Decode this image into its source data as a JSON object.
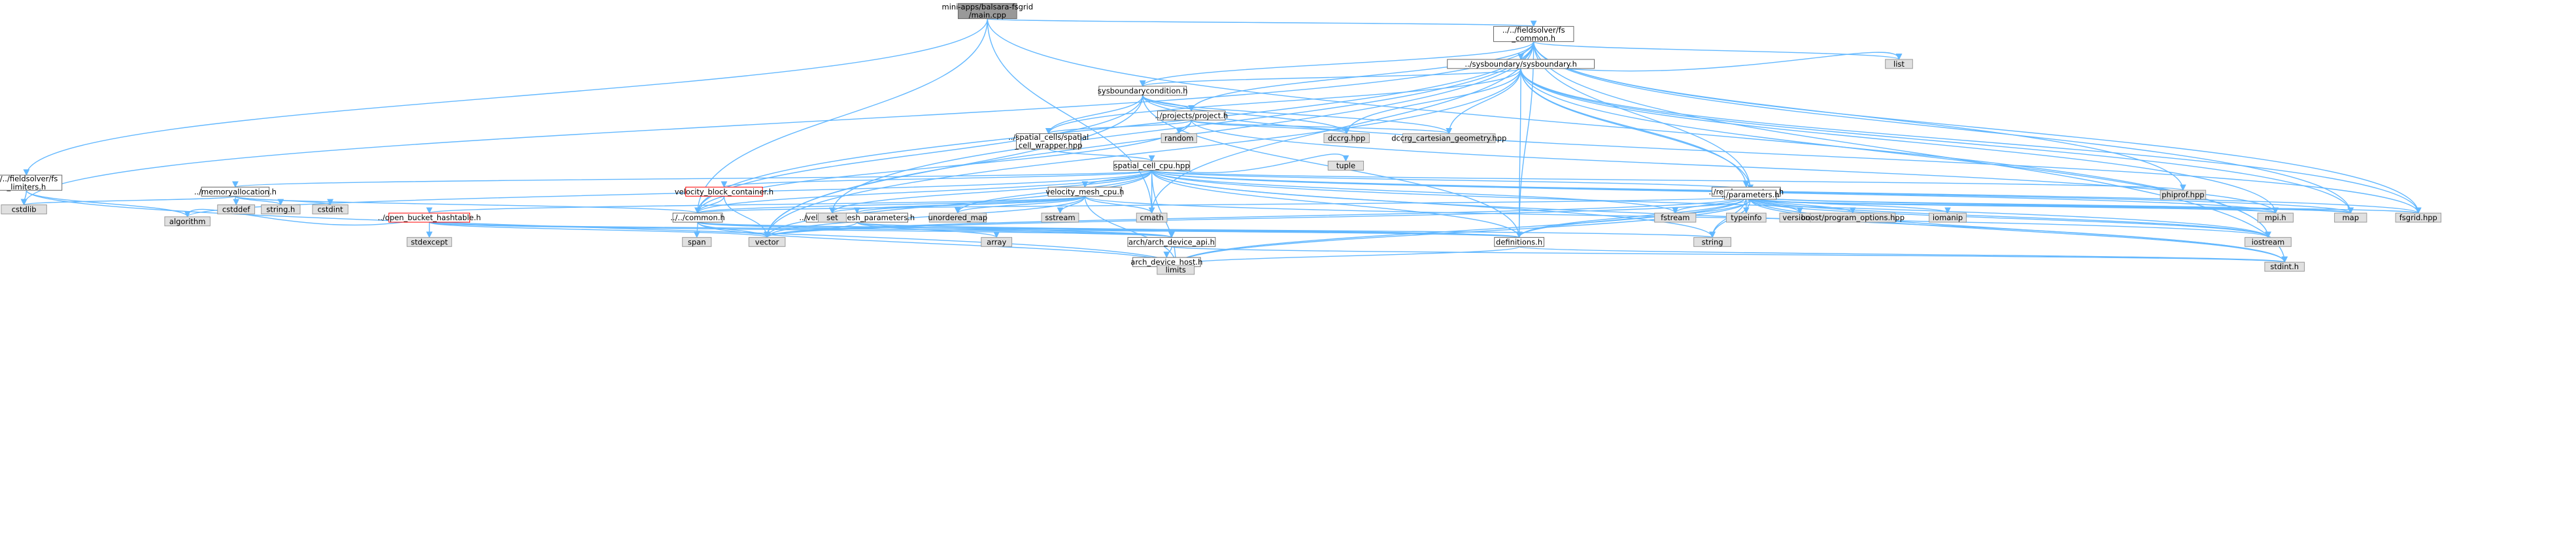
{
  "graph": {
    "root": [
      "mini-apps/balsara-fsgrid",
      "/main.cpp"
    ],
    "nodes": [
      {
        "id": "main",
        "label": [
          "mini-apps/balsara-fsgrid",
          "/main.cpp"
        ],
        "style": "root"
      },
      {
        "id": "fs_common",
        "label": [
          "../../fieldsolver/fs",
          "_common.h"
        ],
        "style": "header"
      },
      {
        "id": "fs_limiters",
        "label": [
          "../../fieldsolver/fs",
          "_limiters.h"
        ],
        "style": "header"
      },
      {
        "id": "sysboundary",
        "label": [
          "../sysboundary/sysboundary.h"
        ],
        "style": "header"
      },
      {
        "id": "sysbcond",
        "label": [
          "sysboundarycondition.h"
        ],
        "style": "header"
      },
      {
        "id": "project",
        "label": [
          "../projects/project.h"
        ],
        "style": "header"
      },
      {
        "id": "spatial_wrapper",
        "label": [
          "../spatial_cells/spatial",
          "_cell_wrapper.hpp"
        ],
        "style": "header"
      },
      {
        "id": "spatial_cpu",
        "label": [
          "spatial_cell_cpu.hpp"
        ],
        "style": "header"
      },
      {
        "id": "memalloc",
        "label": [
          "../memoryallocation.h"
        ],
        "style": "header"
      },
      {
        "id": "vbc",
        "label": [
          "velocity_block_container.h"
        ],
        "style": "truncated"
      },
      {
        "id": "vmesh_cpu",
        "label": [
          "velocity_mesh_cpu.h"
        ],
        "style": "header"
      },
      {
        "id": "open_bucket",
        "label": [
          "../open_bucket_hashtable.h"
        ],
        "style": "truncated"
      },
      {
        "id": "common",
        "label": [
          "../../common.h"
        ],
        "style": "header"
      },
      {
        "id": "vmesh_params",
        "label": [
          "../velocity_mesh_parameters.h"
        ],
        "style": "header"
      },
      {
        "id": "arch_api",
        "label": [
          "arch/arch_device_api.h"
        ],
        "style": "header"
      },
      {
        "id": "arch_host",
        "label": [
          "arch_device_host.h"
        ],
        "style": "header"
      },
      {
        "id": "definitions",
        "label": [
          "definitions.h"
        ],
        "style": "header"
      },
      {
        "id": "readparams",
        "label": [
          "../readparameters.h"
        ],
        "style": "header"
      },
      {
        "id": "parameters",
        "label": [
          "../parameters.h"
        ],
        "style": "header"
      },
      {
        "id": "cstdlib",
        "label": [
          "cstdlib"
        ],
        "style": "system"
      },
      {
        "id": "algorithm",
        "label": [
          "algorithm"
        ],
        "style": "system"
      },
      {
        "id": "limits",
        "label": [
          "limits"
        ],
        "style": "system"
      },
      {
        "id": "cstddef",
        "label": [
          "cstddef"
        ],
        "style": "system"
      },
      {
        "id": "stringh",
        "label": [
          "string.h"
        ],
        "style": "system"
      },
      {
        "id": "cstdint",
        "label": [
          "cstdint"
        ],
        "style": "system"
      },
      {
        "id": "stdexcept",
        "label": [
          "stdexcept"
        ],
        "style": "system"
      },
      {
        "id": "set",
        "label": [
          "set"
        ],
        "style": "system"
      },
      {
        "id": "unordered_map",
        "label": [
          "unordered_map"
        ],
        "style": "system"
      },
      {
        "id": "sstream",
        "label": [
          "sstream"
        ],
        "style": "system"
      },
      {
        "id": "cmath",
        "label": [
          "cmath"
        ],
        "style": "system"
      },
      {
        "id": "span",
        "label": [
          "span"
        ],
        "style": "system"
      },
      {
        "id": "vector",
        "label": [
          "vector"
        ],
        "style": "system"
      },
      {
        "id": "array",
        "label": [
          "array"
        ],
        "style": "system"
      },
      {
        "id": "random",
        "label": [
          "random"
        ],
        "style": "system"
      },
      {
        "id": "dccrg",
        "label": [
          "dccrg.hpp"
        ],
        "style": "system"
      },
      {
        "id": "dccrg_cart",
        "label": [
          "dccrg_cartesian_geometry.hpp"
        ],
        "style": "system"
      },
      {
        "id": "tuple",
        "label": [
          "tuple"
        ],
        "style": "system"
      },
      {
        "id": "fstream",
        "label": [
          "fstream"
        ],
        "style": "system"
      },
      {
        "id": "typeinfo",
        "label": [
          "typeinfo"
        ],
        "style": "system"
      },
      {
        "id": "versionh",
        "label": [
          "version.h"
        ],
        "style": "system"
      },
      {
        "id": "boost_po",
        "label": [
          "boost/program_options.hpp"
        ],
        "style": "system"
      },
      {
        "id": "iomanip",
        "label": [
          "iomanip"
        ],
        "style": "system"
      },
      {
        "id": "phiprof",
        "label": [
          "phiprof.hpp"
        ],
        "style": "system"
      },
      {
        "id": "list",
        "label": [
          "list"
        ],
        "style": "system"
      },
      {
        "id": "mpih",
        "label": [
          "mpi.h"
        ],
        "style": "system"
      },
      {
        "id": "map",
        "label": [
          "map"
        ],
        "style": "system"
      },
      {
        "id": "fsgrid",
        "label": [
          "fsgrid.hpp"
        ],
        "style": "system"
      },
      {
        "id": "string",
        "label": [
          "string"
        ],
        "style": "system"
      },
      {
        "id": "iostream",
        "label": [
          "iostream"
        ],
        "style": "system"
      },
      {
        "id": "stdinth",
        "label": [
          "stdint.h"
        ],
        "style": "system"
      }
    ],
    "edges": [
      [
        "main",
        "fs_common"
      ],
      [
        "main",
        "fs_limiters"
      ],
      [
        "main",
        "common"
      ],
      [
        "main",
        "cmath"
      ],
      [
        "main",
        "iostream"
      ],
      [
        "fs_common",
        "sysboundary"
      ],
      [
        "fs_common",
        "sysbcond"
      ],
      [
        "fs_common",
        "project"
      ],
      [
        "fs_common",
        "parameters"
      ],
      [
        "fs_common",
        "definitions"
      ],
      [
        "fs_common",
        "common"
      ],
      [
        "fs_common",
        "cstdlib"
      ],
      [
        "fs_common",
        "cmath"
      ],
      [
        "fs_common",
        "set"
      ],
      [
        "fs_common",
        "vector"
      ],
      [
        "fs_common",
        "list"
      ],
      [
        "fs_common",
        "map"
      ],
      [
        "fs_common",
        "fsgrid"
      ],
      [
        "fs_common",
        "stdinth"
      ],
      [
        "fs_common",
        "phiprof"
      ],
      [
        "fs_limiters",
        "cstdlib"
      ],
      [
        "fs_limiters",
        "algorithm"
      ],
      [
        "fs_limiters",
        "limits"
      ],
      [
        "sysboundary",
        "sysbcond"
      ],
      [
        "sysboundary",
        "spatial_wrapper"
      ],
      [
        "sysboundary",
        "readparams"
      ],
      [
        "sysboundary",
        "parameters"
      ],
      [
        "sysboundary",
        "definitions"
      ],
      [
        "sysboundary",
        "dccrg"
      ],
      [
        "sysboundary",
        "dccrg_cart"
      ],
      [
        "sysboundary",
        "list"
      ],
      [
        "sysboundary",
        "map"
      ],
      [
        "sysboundary",
        "mpih"
      ],
      [
        "sysboundary",
        "vector"
      ],
      [
        "sysboundary",
        "iostream"
      ],
      [
        "sysboundary",
        "fsgrid"
      ],
      [
        "sysbcond",
        "project"
      ],
      [
        "sysbcond",
        "spatial_wrapper"
      ],
      [
        "sysbcond",
        "dccrg"
      ],
      [
        "sysbcond",
        "dccrg_cart"
      ],
      [
        "sysbcond",
        "definitions"
      ],
      [
        "sysbcond",
        "common"
      ],
      [
        "sysbcond",
        "vector"
      ],
      [
        "sysbcond",
        "fsgrid"
      ],
      [
        "project",
        "spatial_wrapper"
      ],
      [
        "project",
        "dccrg"
      ],
      [
        "project",
        "dccrg_cart"
      ],
      [
        "project",
        "random"
      ],
      [
        "project",
        "common"
      ],
      [
        "project",
        "mpih"
      ],
      [
        "spatial_wrapper",
        "spatial_cpu"
      ],
      [
        "spatial_cpu",
        "memalloc"
      ],
      [
        "spatial_cpu",
        "vbc"
      ],
      [
        "spatial_cpu",
        "vmesh_cpu"
      ],
      [
        "spatial_cpu",
        "common"
      ],
      [
        "spatial_cpu",
        "parameters"
      ],
      [
        "spatial_cpu",
        "definitions"
      ],
      [
        "spatial_cpu",
        "algorithm"
      ],
      [
        "spatial_cpu",
        "set"
      ],
      [
        "spatial_cpu",
        "unordered_map"
      ],
      [
        "spatial_cpu",
        "cmath"
      ],
      [
        "spatial_cpu",
        "vector"
      ],
      [
        "spatial_cpu",
        "tuple"
      ],
      [
        "spatial_cpu",
        "fstream"
      ],
      [
        "spatial_cpu",
        "limits"
      ],
      [
        "spatial_cpu",
        "phiprof"
      ],
      [
        "spatial_cpu",
        "mpih"
      ],
      [
        "spatial_cpu",
        "map"
      ],
      [
        "spatial_cpu",
        "iostream"
      ],
      [
        "spatial_cpu",
        "stdinth"
      ],
      [
        "spatial_cpu",
        "string"
      ],
      [
        "spatial_cpu",
        "fsgrid"
      ],
      [
        "memalloc",
        "cstdlib"
      ],
      [
        "memalloc",
        "cstddef"
      ],
      [
        "memalloc",
        "stringh"
      ],
      [
        "memalloc",
        "cstdint"
      ],
      [
        "memalloc",
        "common"
      ],
      [
        "vbc",
        "common"
      ],
      [
        "vbc",
        "vector"
      ],
      [
        "vmesh_cpu",
        "open_bucket"
      ],
      [
        "vmesh_cpu",
        "vmesh_params"
      ],
      [
        "vmesh_cpu",
        "common"
      ],
      [
        "vmesh_cpu",
        "set"
      ],
      [
        "vmesh_cpu",
        "unordered_map"
      ],
      [
        "vmesh_cpu",
        "sstream"
      ],
      [
        "vmesh_cpu",
        "cmath"
      ],
      [
        "vmesh_cpu",
        "vector"
      ],
      [
        "vmesh_cpu",
        "limits"
      ],
      [
        "vmesh_cpu",
        "iostream"
      ],
      [
        "open_bucket",
        "algorithm"
      ],
      [
        "open_bucket",
        "stdexcept"
      ],
      [
        "open_bucket",
        "vector"
      ],
      [
        "open_bucket",
        "definitions"
      ],
      [
        "open_bucket",
        "arch_api"
      ],
      [
        "common",
        "span"
      ],
      [
        "common",
        "vector"
      ],
      [
        "common",
        "limits"
      ],
      [
        "common",
        "definitions"
      ],
      [
        "common",
        "arch_api"
      ],
      [
        "common",
        "string"
      ],
      [
        "vmesh_params",
        "vector"
      ],
      [
        "vmesh_params",
        "array"
      ],
      [
        "vmesh_params",
        "definitions"
      ],
      [
        "vmesh_params",
        "arch_api"
      ],
      [
        "arch_api",
        "arch_host"
      ],
      [
        "arch_api",
        "stdinth"
      ],
      [
        "definitions",
        "limits"
      ],
      [
        "definitions",
        "stdinth"
      ],
      [
        "readparams",
        "typeinfo"
      ],
      [
        "readparams",
        "versionh"
      ],
      [
        "readparams",
        "boost_po"
      ],
      [
        "readparams",
        "iomanip"
      ],
      [
        "readparams",
        "fstream"
      ],
      [
        "readparams",
        "string"
      ],
      [
        "readparams",
        "vector"
      ],
      [
        "readparams",
        "limits"
      ],
      [
        "readparams",
        "mpih"
      ],
      [
        "readparams",
        "map"
      ],
      [
        "readparams",
        "iostream"
      ],
      [
        "readparams",
        "stdinth"
      ],
      [
        "readparams",
        "definitions"
      ],
      [
        "readparams",
        "common"
      ],
      [
        "parameters",
        "mpih"
      ],
      [
        "parameters",
        "map"
      ],
      [
        "parameters",
        "fsgrid"
      ],
      [
        "parameters",
        "string"
      ],
      [
        "parameters",
        "vector"
      ],
      [
        "parameters",
        "limits"
      ],
      [
        "parameters",
        "iostream"
      ],
      [
        "parameters",
        "stdinth"
      ],
      [
        "parameters",
        "definitions"
      ]
    ]
  }
}
